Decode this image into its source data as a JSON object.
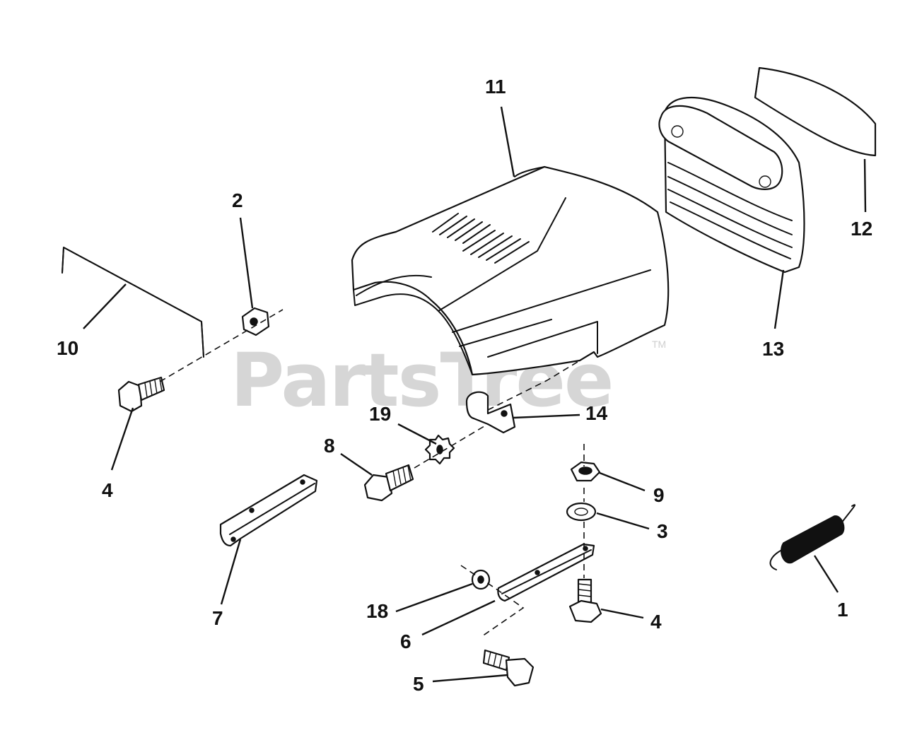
{
  "watermark": {
    "text": "PartsTree",
    "trademark": "TM"
  },
  "callouts": [
    "11",
    "2",
    "12",
    "10",
    "13",
    "4",
    "19",
    "14",
    "8",
    "9",
    "4",
    "3",
    "1",
    "7",
    "18",
    "4",
    "6",
    "5"
  ]
}
